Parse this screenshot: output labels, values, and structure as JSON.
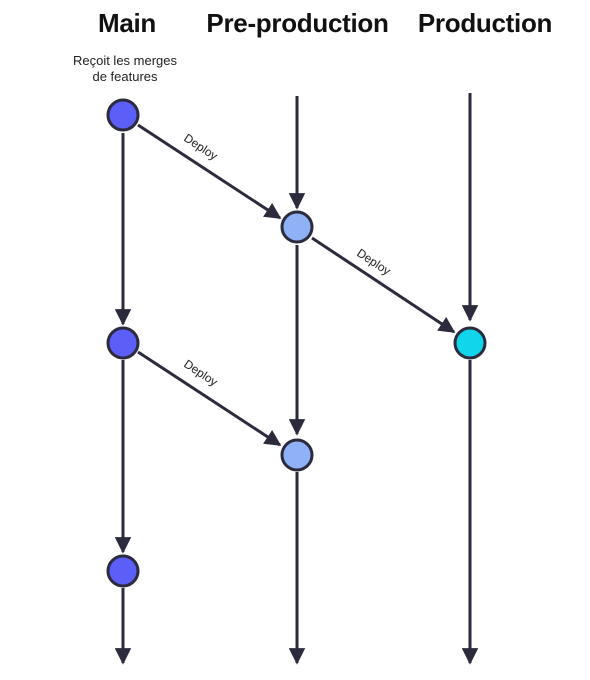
{
  "columns": {
    "main": "Main",
    "preproduction": "Pre-production",
    "production": "Production"
  },
  "main_subtitle_line1": "Reçoit les merges",
  "main_subtitle_line2": "de features",
  "deploy_labels": [
    "Deploy",
    "Deploy",
    "Deploy"
  ],
  "colors": {
    "line": "#2b2b3d",
    "main_node": "#5b5ef7",
    "preproduction_node": "#8fb1f6",
    "production_node": "#11d5eb"
  }
}
